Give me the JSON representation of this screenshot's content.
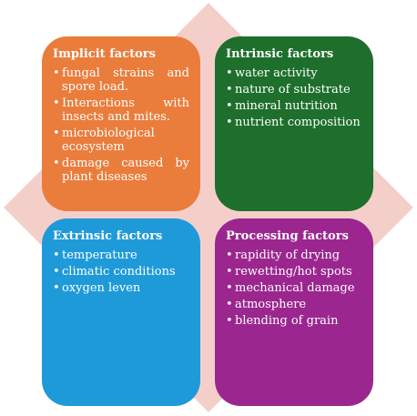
{
  "quadrants": {
    "top_left": {
      "title": "Implicit factors",
      "items": [
        "fungal strains and spore load.",
        "Interactions with insects and mites.",
        "microbiological ecosystem",
        "damage caused by plant diseases"
      ],
      "color": "#ea7d3c"
    },
    "top_right": {
      "title": "Intrinsic factors",
      "items": [
        "water activity",
        "nature of substrate",
        "mineral nutrition",
        "nutrient composition"
      ],
      "color": "#1e6f2c"
    },
    "bottom_left": {
      "title": "Extrinsic factors",
      "items": [
        "temperature",
        "climatic conditions",
        "oxygen leven"
      ],
      "color": "#1f9ad9"
    },
    "bottom_right": {
      "title": "Processing factors",
      "items": [
        "rapidity of drying",
        "rewetting/hot spots",
        "mechanical damage",
        "atmosphere",
        "blending of grain"
      ],
      "color": "#9b268f"
    }
  },
  "background_diamond_color": "#f4cfca"
}
